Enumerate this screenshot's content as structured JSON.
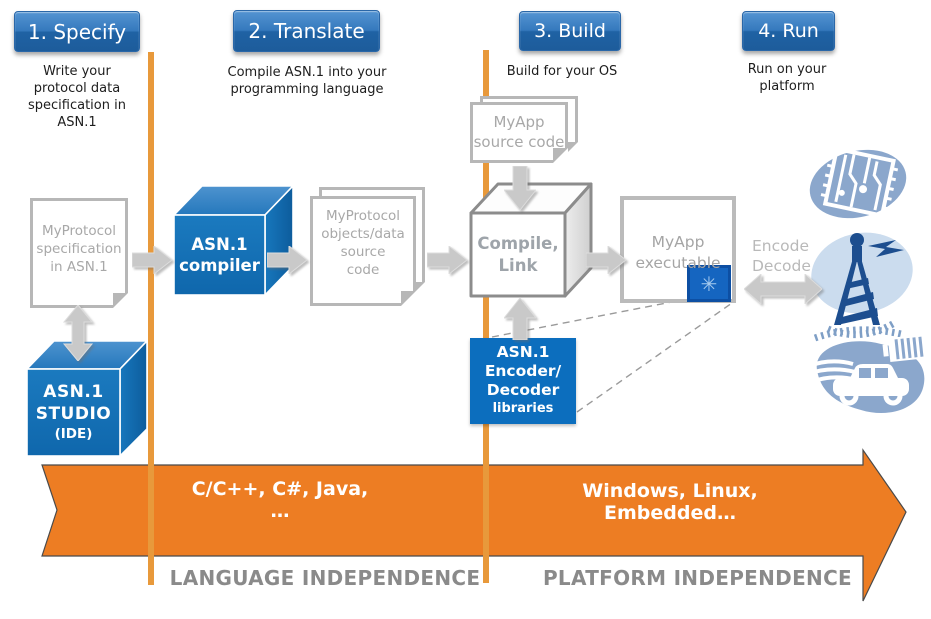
{
  "steps": [
    {
      "label": "1. Specify",
      "description": "Write your\nprotocol data\nspecification in\nASN.1"
    },
    {
      "label": "2. Translate",
      "description": "Compile ASN.1 into your\nprogramming language"
    },
    {
      "label": "3. Build",
      "description": "Build for your OS"
    },
    {
      "label": "4. Run",
      "description": "Run on your\nplatform"
    }
  ],
  "nodes": {
    "spec_doc": "MyProtocol\nspecification\nin ASN.1",
    "studio_title": "ASN.1\nSTUDIO",
    "studio_sub": "(IDE)",
    "compiler": "ASN.1\ncompiler",
    "objects_doc": "MyProtocol\nobjects/data\nsource\ncode",
    "myapp_source": "MyApp\nsource code",
    "compile_link": "Compile,\nLink",
    "executable": "MyApp\nexecutable",
    "encoder_title": "ASN.1\nEncoder/\nDecoder",
    "encoder_sub": "libraries",
    "encode_decode": "Encode\nDecode"
  },
  "banner": {
    "languages": "C/C++, C#, Java, …",
    "platforms": "Windows, Linux, Embedded…"
  },
  "footer": {
    "language": "LANGUAGE INDEPENDENCE",
    "platform": "PLATFORM INDEPENDENCE"
  },
  "icons": {
    "app_icon_glyph": "✳",
    "chip_icon": "circuit-board-chip",
    "tower_icon": "radio-tower",
    "vehicles_icon": "cars-and-truck"
  },
  "colors": {
    "step_blue": "#2D6EB0",
    "cube_blue": "#1473BA",
    "solid_blue": "#0C6EBE",
    "banner_orange": "#ED7D23",
    "divider_orange": "#E8993B",
    "gray_text": "#8A8A8A",
    "light_gray_border": "#B7B7B7"
  }
}
